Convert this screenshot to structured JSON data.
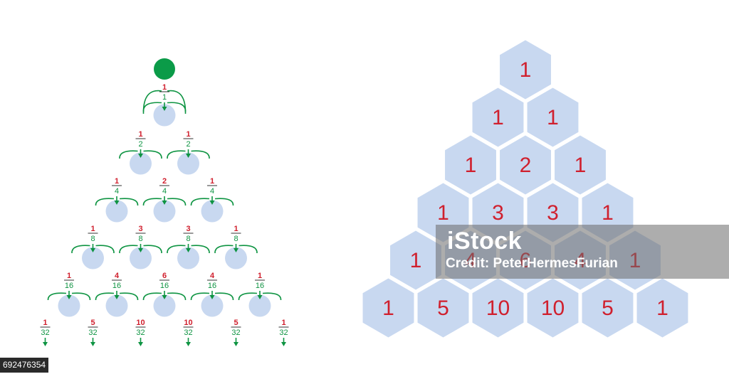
{
  "colors": {
    "red": "#d0202e",
    "green": "#0e9442",
    "ball": "#c8d8f0",
    "hex": "#c8d8f0",
    "source": "#0b9b48"
  },
  "galton": {
    "source_shape": "green-circle",
    "rows": [
      [
        {
          "n": "1",
          "d": "1"
        }
      ],
      [
        {
          "n": "1",
          "d": "2"
        },
        {
          "n": "1",
          "d": "2"
        }
      ],
      [
        {
          "n": "1",
          "d": "4"
        },
        {
          "n": "2",
          "d": "4"
        },
        {
          "n": "1",
          "d": "4"
        }
      ],
      [
        {
          "n": "1",
          "d": "8"
        },
        {
          "n": "3",
          "d": "8"
        },
        {
          "n": "3",
          "d": "8"
        },
        {
          "n": "1",
          "d": "8"
        }
      ],
      [
        {
          "n": "1",
          "d": "16"
        },
        {
          "n": "4",
          "d": "16"
        },
        {
          "n": "6",
          "d": "16"
        },
        {
          "n": "4",
          "d": "16"
        },
        {
          "n": "1",
          "d": "16"
        }
      ],
      [
        {
          "n": "1",
          "d": "32"
        },
        {
          "n": "5",
          "d": "32"
        },
        {
          "n": "10",
          "d": "32"
        },
        {
          "n": "10",
          "d": "32"
        },
        {
          "n": "5",
          "d": "32"
        },
        {
          "n": "1",
          "d": "32"
        }
      ]
    ]
  },
  "pascal": {
    "rows": [
      [
        "1"
      ],
      [
        "1",
        "1"
      ],
      [
        "1",
        "2",
        "1"
      ],
      [
        "1",
        "3",
        "3",
        "1"
      ],
      [
        "1",
        "4",
        "6",
        "4",
        "1"
      ],
      [
        "1",
        "5",
        "10",
        "10",
        "5",
        "1"
      ]
    ]
  },
  "watermark": {
    "logo": "iStock",
    "credit": "Credit: PeterHermesFurian"
  },
  "image_id": "692476354"
}
